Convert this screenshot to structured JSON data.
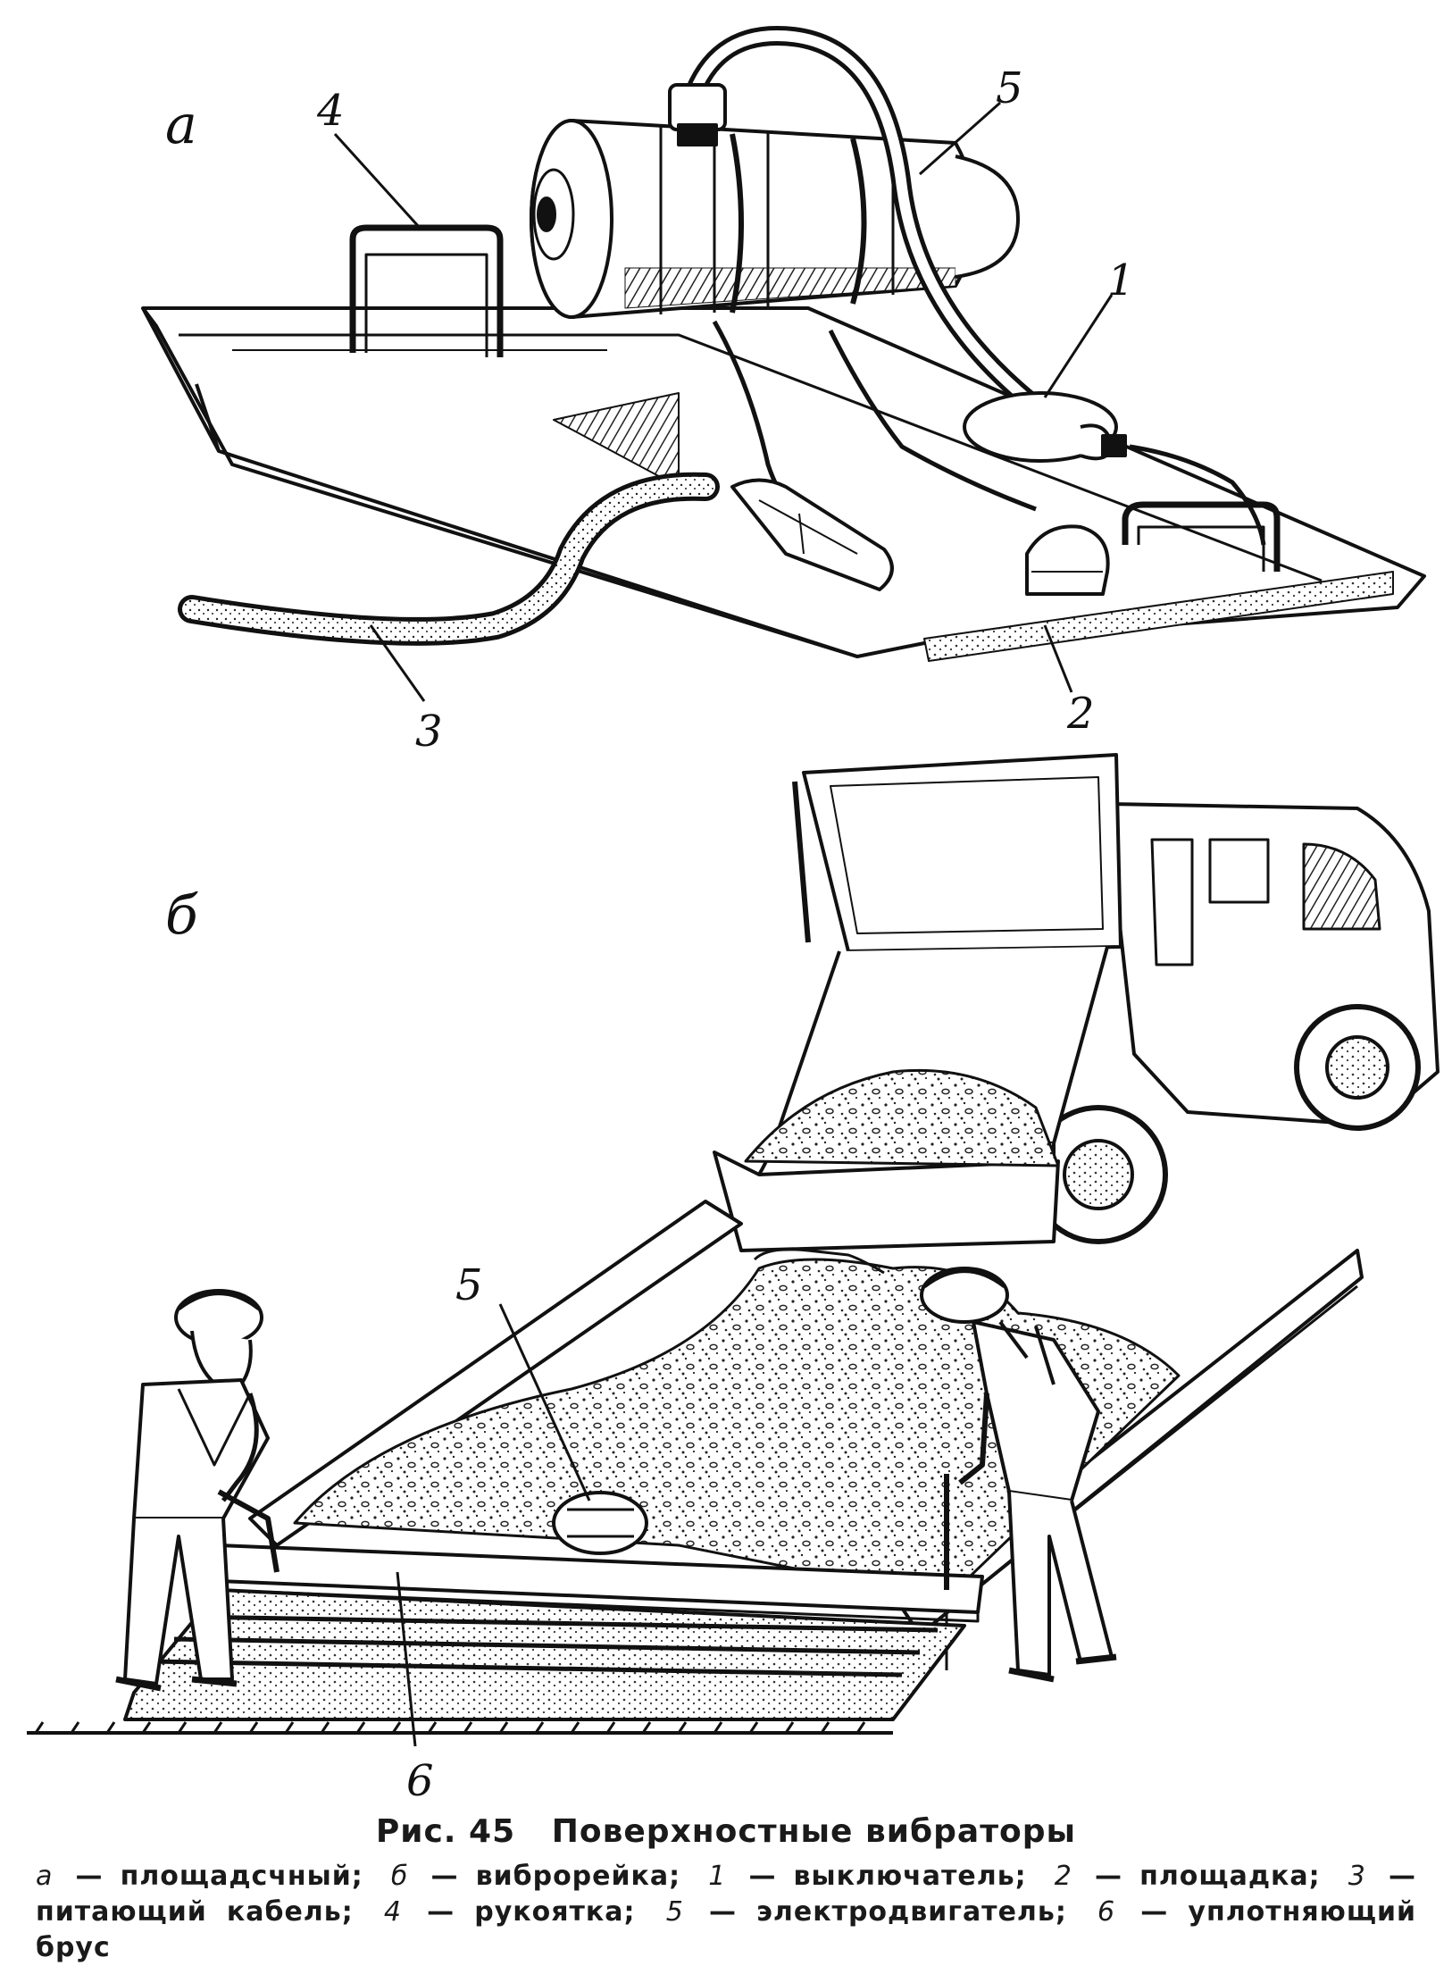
{
  "figure": {
    "panel_a_letter": "а",
    "panel_b_letter": "б",
    "callouts_a": {
      "c1": "1",
      "c2": "2",
      "c3": "3",
      "c4": "4",
      "c5": "5"
    },
    "callouts_b": {
      "c5": "5",
      "c6": "6"
    }
  },
  "caption": {
    "fig_label": "Рис.",
    "fig_number": "45",
    "title": "Поверхностные вибраторы",
    "legend": [
      {
        "key": "а",
        "text": "— площадсчный;"
      },
      {
        "key": "б",
        "text": "— виброрейка;"
      },
      {
        "key": "1",
        "text": "— выключатель;"
      },
      {
        "key": "2",
        "text": "— площадка;"
      },
      {
        "key": "3",
        "text": "— питающий кабель;"
      },
      {
        "key": "4",
        "text": "— рукоятка;"
      },
      {
        "key": "5",
        "text": "— электродвигатель;"
      },
      {
        "key": "6",
        "text": "— уплотняющий брус"
      }
    ]
  }
}
